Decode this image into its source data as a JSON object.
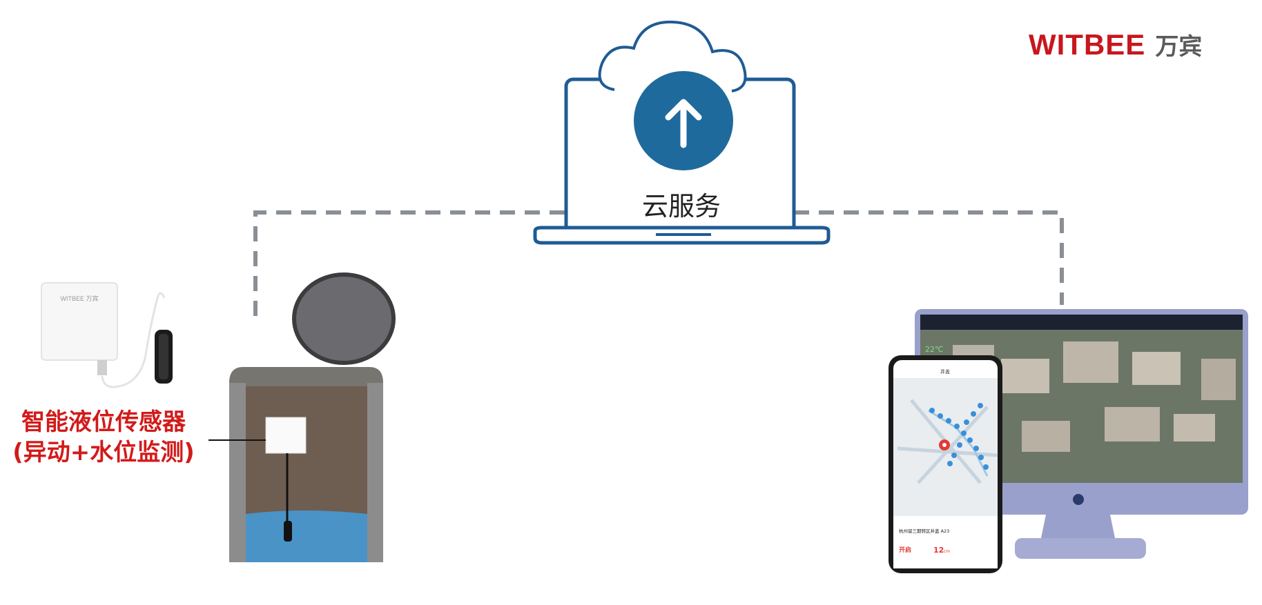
{
  "brand": {
    "name_en": "WITBEE",
    "name_cn": "万宾"
  },
  "cloud": {
    "label": "云服务"
  },
  "sensor": {
    "label_line1": "智能液位传感器",
    "label_line2": "(异动+水位监测)",
    "device_brand": "WITBEE 万宾"
  },
  "phone": {
    "header_title": "井盖",
    "place_name": "杭州留三期转区井盖 A23",
    "status_label": "开启",
    "level_value": "12",
    "level_unit": "cm"
  },
  "monitor": {
    "temperature": "22℃"
  },
  "colors": {
    "brand_red": "#c8161d",
    "cloud_blue": "#1f6a9c",
    "dash_gray": "#8a8f96",
    "water_blue": "#4a93c7"
  },
  "icons": [
    "cloud-upload-icon",
    "laptop-icon",
    "manhole-icon",
    "sensor-icon",
    "phone-icon",
    "monitor-icon",
    "map-pin-icon"
  ]
}
